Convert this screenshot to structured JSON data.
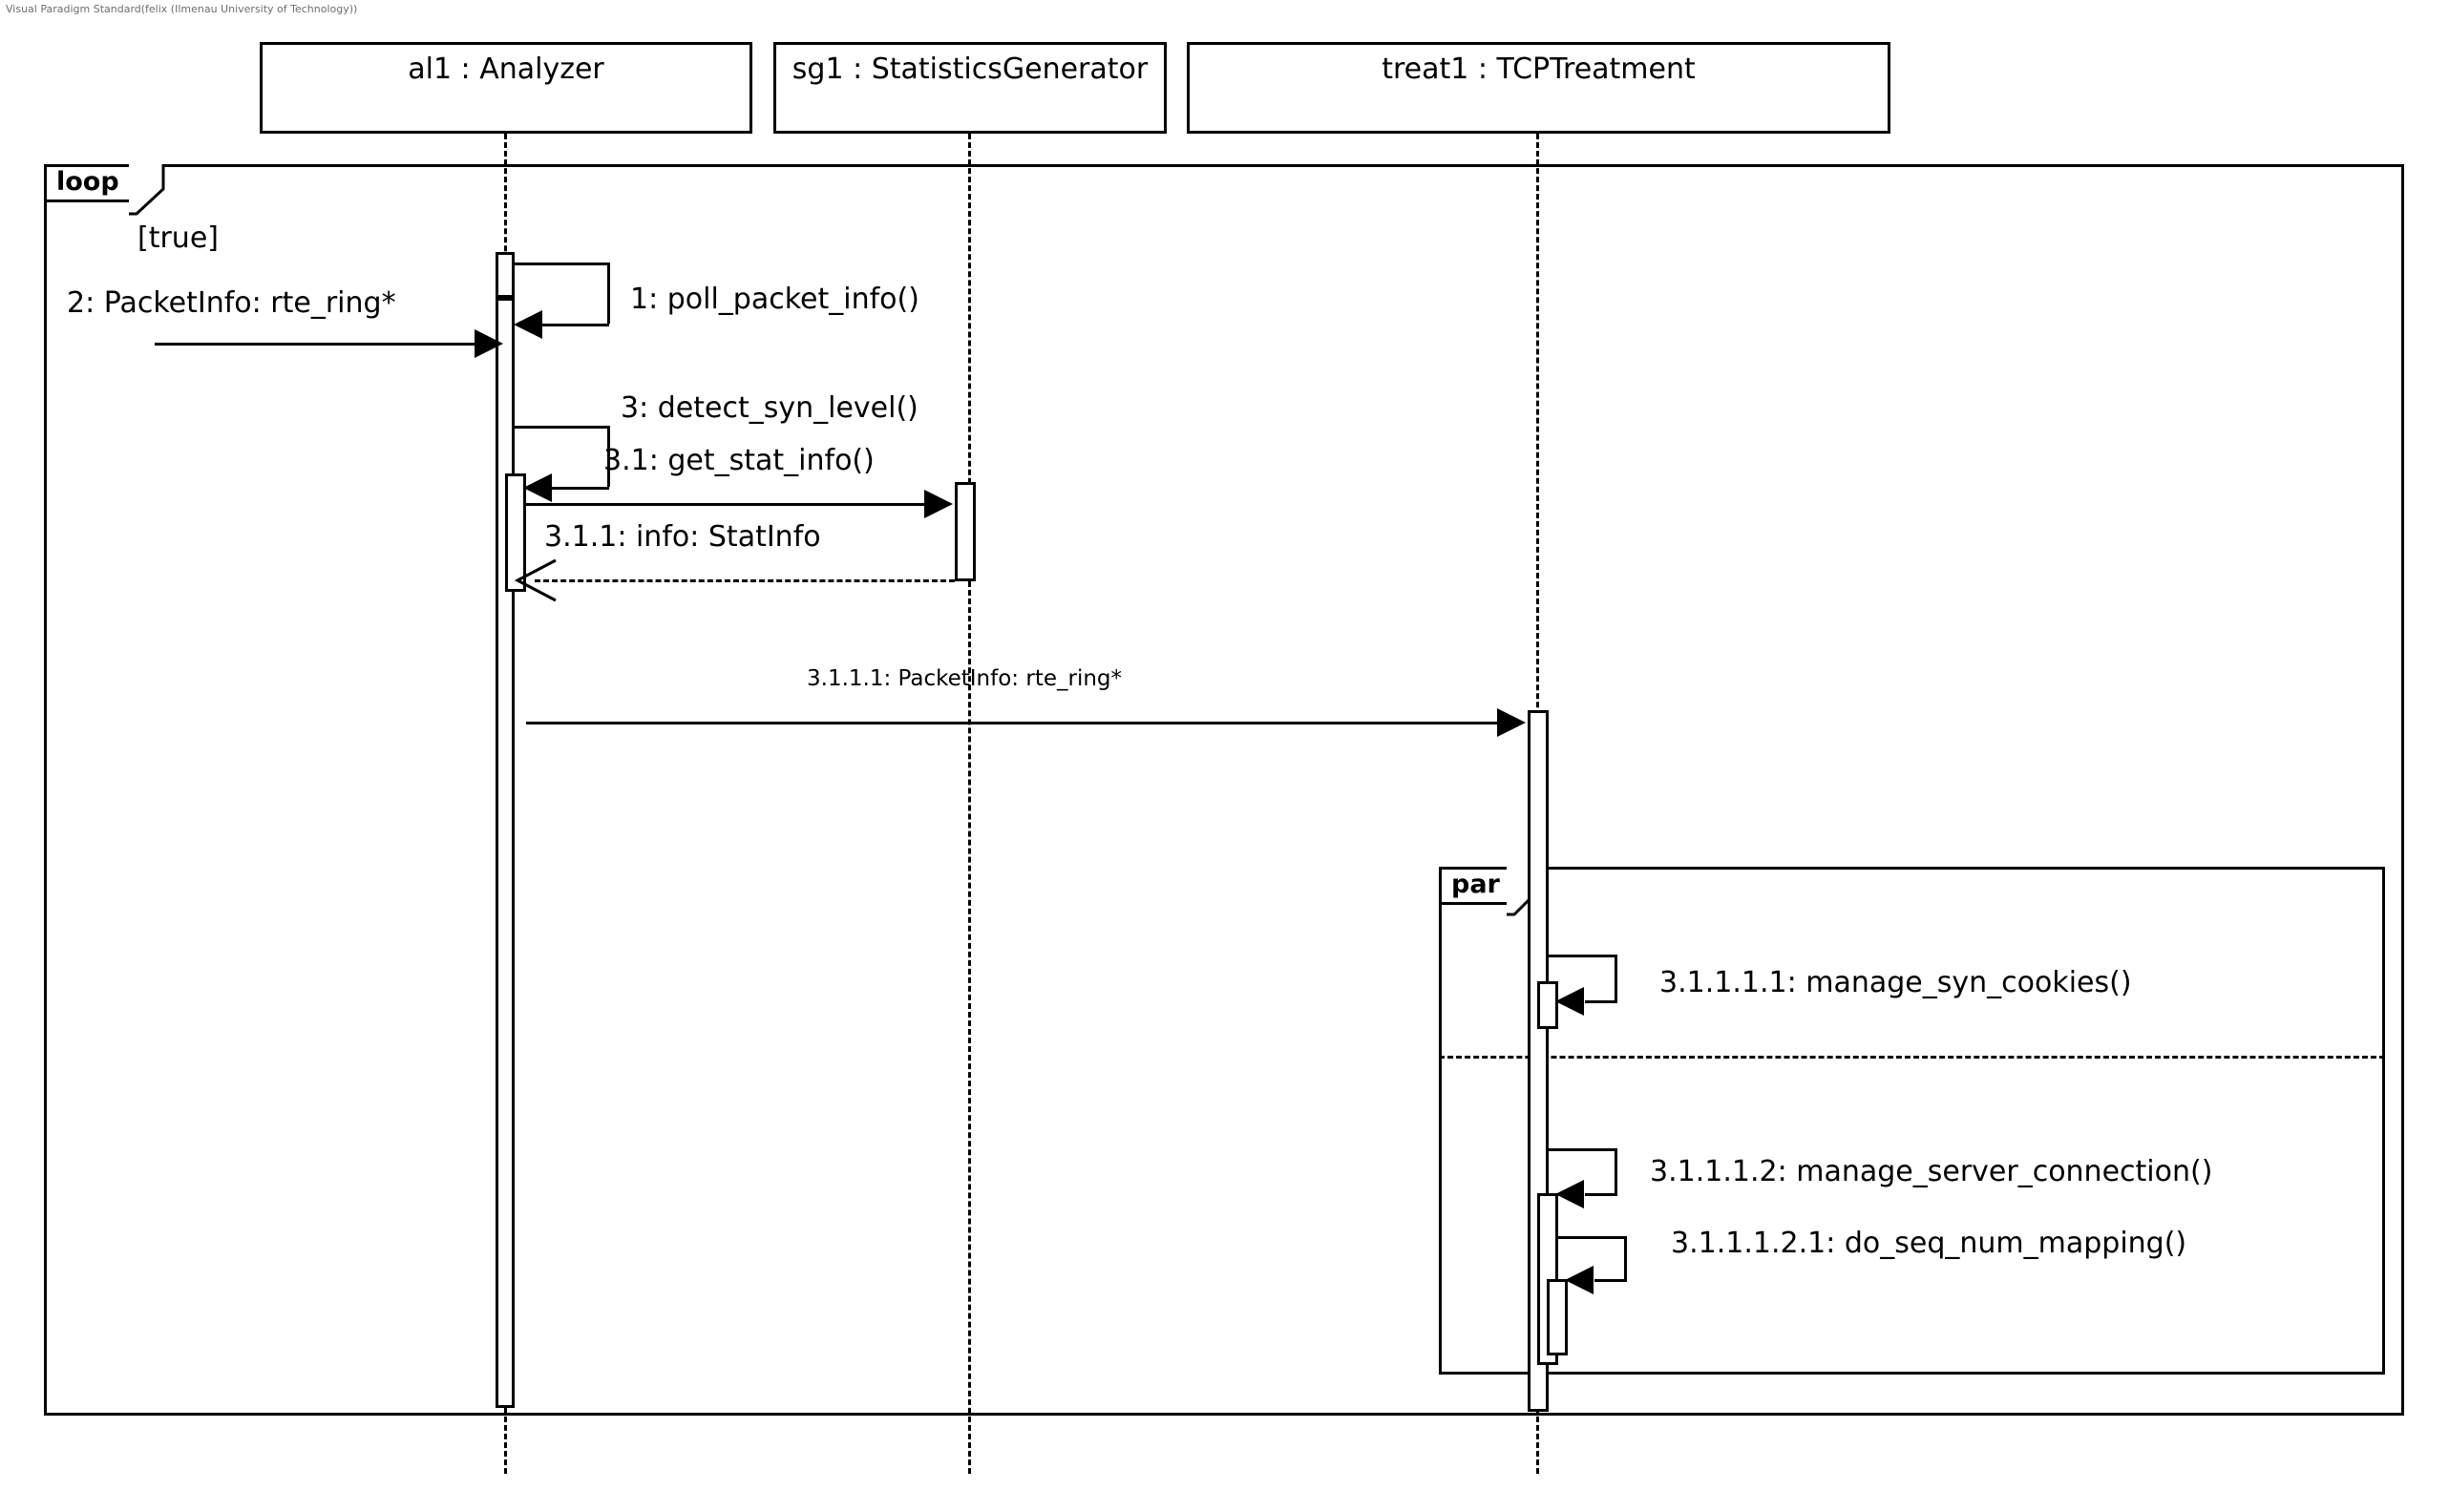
{
  "diagram": {
    "kind": "uml-sequence-diagram",
    "watermark": "Visual Paradigm Standard(felix (Ilmenau University of Technology))"
  },
  "lifelines": [
    {
      "id": "al1",
      "label": "al1 : Analyzer"
    },
    {
      "id": "sg1",
      "label": "sg1 : StatisticsGenerator"
    },
    {
      "id": "treat1",
      "label": "treat1 : TCPTreatment"
    }
  ],
  "fragments": {
    "loop": {
      "tag": "loop",
      "guard": "[true]"
    },
    "par": {
      "tag": "par"
    }
  },
  "messages": {
    "m1": "1: poll_packet_info()",
    "m2": "2: PacketInfo: rte_ring*",
    "m3": "3: detect_syn_level()",
    "m31": "3.1: get_stat_info()",
    "m311": "3.1.1: info: StatInfo",
    "m3111": "3.1.1.1: PacketInfo: rte_ring*",
    "m31111": "3.1.1.1.1: manage_syn_cookies()",
    "m31112": "3.1.1.1.2: manage_server_connection()",
    "m311121": "3.1.1.1.2.1: do_seq_num_mapping()"
  },
  "colors": {
    "stroke": "#000000",
    "background": "#ffffff",
    "watermark": "#6e6e6e"
  }
}
